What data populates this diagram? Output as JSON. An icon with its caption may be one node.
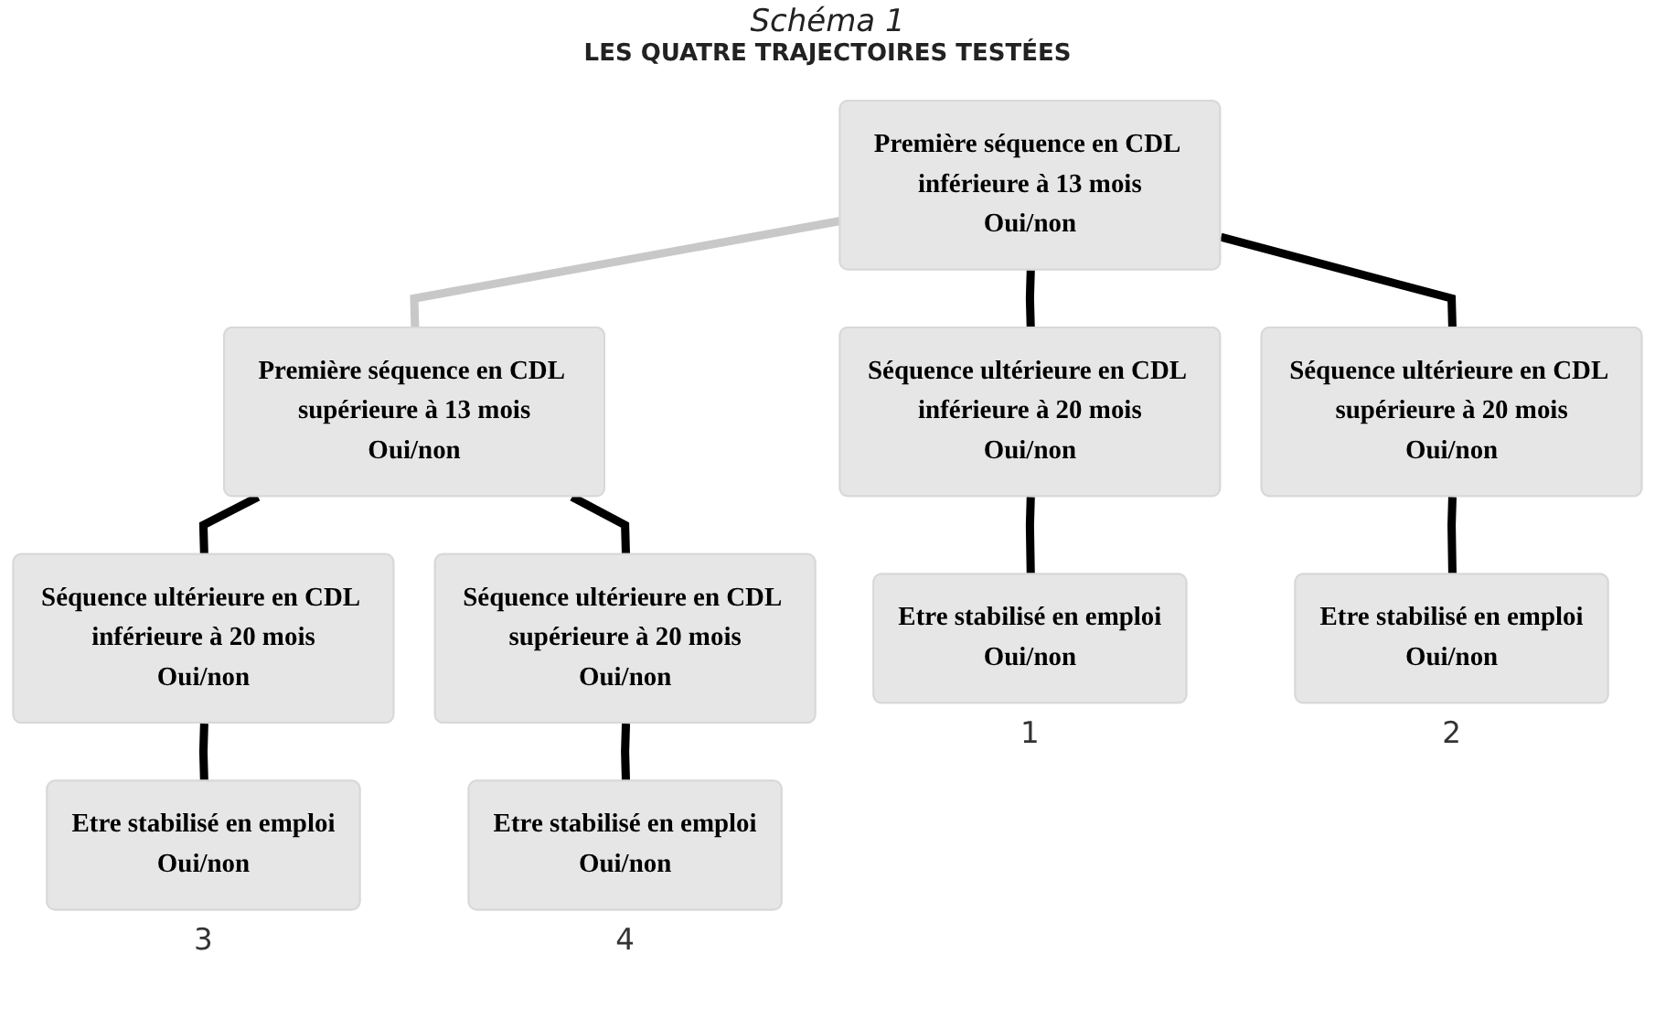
{
  "diagram": {
    "title": "Schéma 1",
    "nodes": [
      {
        "text": [
          "Première séquence en CDL inférieure à 13 mois",
          "Oui/non"
        ]
      },
      {
        "text": [
          "Première séquence en CDL supérieure à 13 mois",
          "Oui/non"
        ]
      },
      {
        "text": [
          "Séquence ultérieure en CDL inférieure à 20 mois",
          "Oui/non"
        ]
      },
      {
        "text": [
          "Séquence ultérieure en CDL supérieure à 20 mois",
          "Oui/non"
        ]
      },
      {
        "text": [
          "Séquence ultérieure en CDL inférieure à 20 mois",
          "Oui/non"
        ]
      },
      {
        "text": [
          "Séquence ultérieure en CDL supérieure à 20 mois",
          "Oui/non"
        ]
      },
      {
        "text": [
          "Etre stabilisé en emploi",
          "Oui/non"
        ],
        "beside": [
          "1"
        ]
      },
      {
        "text": [
          "Etre stabilisé en emploi",
          "Oui/non"
        ],
        "beside": [
          "2"
        ]
      },
      {
        "text": [
          "Etre stabilisé en emploi",
          "Oui/non"
        ],
        "beside": [
          "3"
        ]
      },
      {
        "text": [
          "Etre stabilisé en emploi",
          "Oui/non"
        ],
        "beside": [
          "4"
        ]
      }
    ],
    "edges": [
      {
        "from": 0,
        "to": 1,
        "arrow": "none",
        "color": "#c8c8c8"
      },
      {
        "from": 0,
        "to": 2,
        "arrow": "none"
      },
      {
        "from": 0,
        "to": 3,
        "arrow": "none"
      },
      {
        "from": 1,
        "to": 4,
        "arrow": "none"
      },
      {
        "from": 1,
        "to": 5,
        "arrow": "none"
      },
      {
        "from": 2,
        "to": 6,
        "arrow": "none"
      },
      {
        "from": 3,
        "to": 7,
        "arrow": "none"
      },
      {
        "from": 4,
        "to": 8,
        "arrow": "none"
      },
      {
        "from": 5,
        "to": 9,
        "arrow": "none"
      }
    ],
    "labels": [
      "LES QUATRE TRAJECTOIRES TESTÉES"
    ]
  }
}
